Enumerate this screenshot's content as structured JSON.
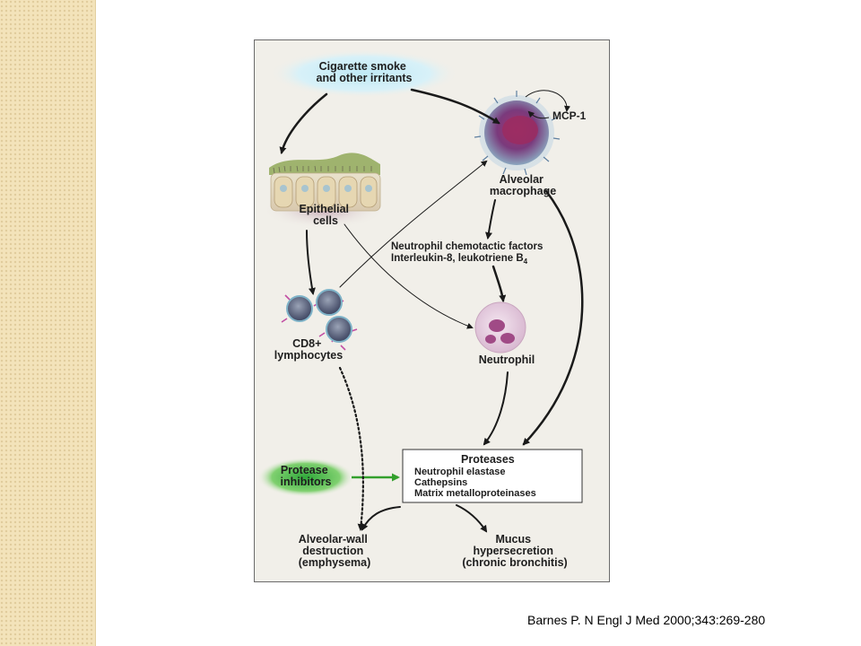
{
  "diagram": {
    "nodes": {
      "smoke": [
        "Cigarette smoke",
        "and other irritants"
      ],
      "mcp1": "MCP-1",
      "macrophage": [
        "Alveolar",
        "macrophage"
      ],
      "epithelial": [
        "Epithelial",
        "cells"
      ],
      "chemotactic": [
        "Neutrophil chemotactic factors",
        "Interleukin-8, leukotriene B"
      ],
      "chemotactic_sub": "4",
      "cd8": [
        "CD8+",
        "lymphocytes"
      ],
      "neutrophil": "Neutrophil",
      "protease_inhibitors": [
        "Protease",
        "inhibitors"
      ],
      "proteases": {
        "title": "Proteases",
        "items": [
          "Neutrophil elastase",
          "Cathepsins",
          "Matrix metalloproteinases"
        ]
      },
      "destruction": [
        "Alveolar-wall",
        "destruction",
        "(emphysema)"
      ],
      "mucus": [
        "Mucus",
        "hypersecretion",
        "(chronic bronchitis)"
      ]
    },
    "colors": {
      "smoke_glow": "#9fdcef",
      "inhibitor_glow": "#2fa83a",
      "inhibitor_arrow": "#33a02c",
      "macrophage": "#8e2c5e",
      "neutrophil": "#e3c9dd"
    }
  },
  "citation": "Barnes P. N Engl J Med 2000;343:269-280"
}
